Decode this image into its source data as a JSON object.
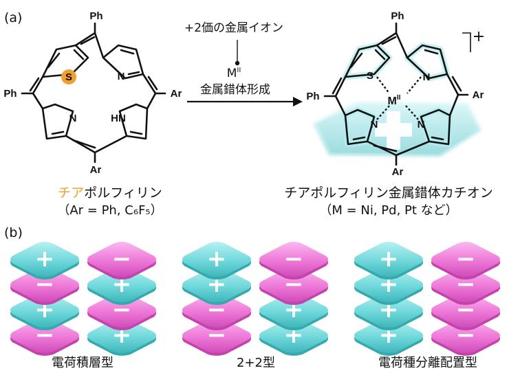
{
  "panel_a": {
    "label": "(a)",
    "reaction_condition_top": "+2価の金属イオン",
    "reaction_condition_metal": "M",
    "reaction_condition_metal_sup": "II",
    "reaction_condition_bottom": "金属錯体形成",
    "reactant": {
      "substituent_top": "Ph",
      "substituent_left": "Ph",
      "substituent_right": "Ar",
      "substituent_bottom": "Ar",
      "atom_s": "S",
      "atom_n1": "N",
      "atom_n2": "N",
      "atom_nh": "HN",
      "name_highlight": "チア",
      "name_rest": "ポルフィリン",
      "note": "（Ar = Ph, C₆F₅）"
    },
    "product": {
      "substituent_top": "Ph",
      "substituent_left": "Ph",
      "substituent_right": "Ar",
      "substituent_bottom": "Ar",
      "atom_s": "S",
      "atom_n1": "N",
      "atom_n2": "N",
      "atom_n3": "N",
      "metal": "M",
      "metal_sup": "II",
      "charge": "+",
      "name": "チアポルフィリン金属錯体カチオン",
      "note": "（M = Ni, Pd, Pt など）"
    },
    "colors": {
      "highlight_orange": "#f0a030",
      "glow_cyan": "#9fe3e6"
    }
  },
  "panel_b": {
    "label": "(b)",
    "plus_sign": "+",
    "minus_sign": "−",
    "arrangements": [
      {
        "caption": "電荷積層型",
        "left_column": [
          "plus",
          "minus",
          "plus",
          "minus"
        ],
        "right_column": [
          "minus",
          "plus",
          "minus",
          "plus"
        ]
      },
      {
        "caption": "2+2型",
        "left_column": [
          "plus",
          "plus",
          "minus",
          "minus"
        ],
        "right_column": [
          "minus",
          "minus",
          "plus",
          "plus"
        ]
      },
      {
        "caption": "電荷種分離配置型",
        "left_column": [
          "plus",
          "plus",
          "plus",
          "plus"
        ],
        "right_column": [
          "minus",
          "minus",
          "minus",
          "minus"
        ]
      }
    ],
    "colors": {
      "plus_tile": "#5fd3d6",
      "minus_tile": "#ee6fd6"
    }
  }
}
